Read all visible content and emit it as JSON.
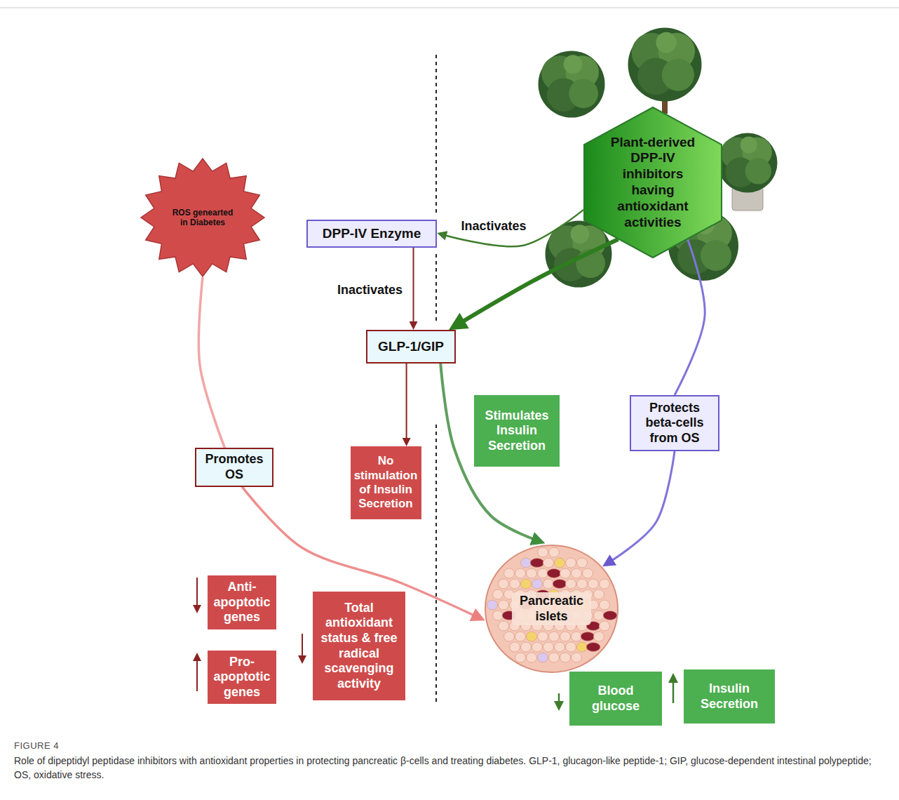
{
  "diagram": {
    "caption": "Role of dipeptidyl peptidase inhibitors with antioxidant properties in protecting pancreatic β-cells and treating diabetes. GLP-1, glucagon-like peptide-1; GIP, glucose-dependent intestinal polypeptide; OS, oxidative stress.",
    "nodes": [
      {
        "text": [
          "ROS genearted in Diabetes"
        ]
      },
      {
        "text": [
          "DPP-IV Enzyme"
        ]
      },
      {
        "text": [
          "Plant-derived DPP-IV inhibitors having antioxidant activities"
        ]
      },
      {
        "text": [
          "GLP-1/GIP"
        ]
      },
      {
        "text": [
          "Stimulates Insulin Secretion"
        ]
      },
      {
        "text": [
          "Protects beta-cells from OS"
        ]
      },
      {
        "text": [
          "Promotes OS"
        ]
      },
      {
        "text": [
          "No stimulation of Insulin Secretion"
        ]
      },
      {
        "text": [
          "Pancreatic islets"
        ]
      },
      {
        "text": [
          "Anti-apoptotic genes"
        ]
      },
      {
        "text": [
          "Total antioxidant status & free radical scavenging activity"
        ]
      },
      {
        "text": [
          "Pro-apoptotic genes"
        ]
      },
      {
        "text": [
          "Blood glucose"
        ]
      },
      {
        "text": [
          "Insulin Secretion"
        ]
      }
    ],
    "edges": [
      {
        "from": 2,
        "to": 1,
        "arrow": "to",
        "label": "Inactivates"
      },
      {
        "from": 1,
        "to": 3,
        "arrow": "to",
        "label": "Inactivates"
      },
      {
        "from": 2,
        "to": 3,
        "arrow": "to"
      },
      {
        "from": 3,
        "to": 7,
        "arrow": "to"
      },
      {
        "from": 3,
        "to": 8,
        "arrow": "to"
      },
      {
        "from": 2,
        "to": 5,
        "arrow": "none"
      },
      {
        "from": 5,
        "to": 8,
        "arrow": "to"
      },
      {
        "from": 0,
        "to": 6,
        "arrow": "none"
      },
      {
        "from": 6,
        "to": 8,
        "arrow": "to"
      }
    ],
    "labels": [
      "FIGURE 4"
    ]
  }
}
